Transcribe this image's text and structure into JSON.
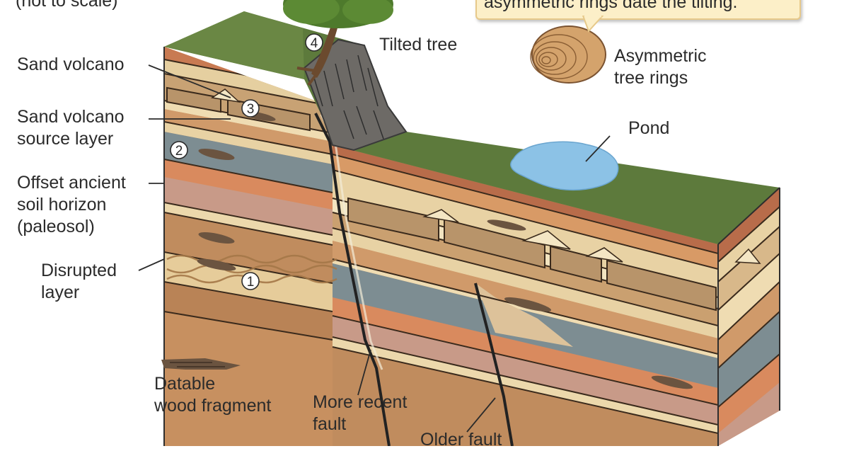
{
  "top_note": "(not to scale)",
  "callout_text": "asymmetric rings date the tilting.",
  "labels": {
    "sand_volcano": "Sand volcano",
    "sand_volcano_source": "Sand volcano\nsource layer",
    "offset_soil": "Offset ancient\nsoil horizon\n(paleosol)",
    "disrupted_layer": "Disrupted\nlayer",
    "datable_wood": "Datable\nwood fragment",
    "more_recent_fault": "More recent\nfault",
    "older_fault": "Older fault",
    "tilted_tree": "Tilted tree",
    "asymmetric_rings": "Asymmetric\ntree rings",
    "pond": "Pond"
  },
  "markers": [
    "1",
    "2",
    "3",
    "4"
  ],
  "colors": {
    "grass": "#5d7a3c",
    "sand": "#e6d0a0",
    "brown": "#b88a5c",
    "orange": "#d4895c",
    "pink": "#c89a88",
    "gray": "#7d8d92",
    "dark_brown": "#8a6a48",
    "pond": "#8cc2e6",
    "callout_fill": "#fcefc8"
  }
}
